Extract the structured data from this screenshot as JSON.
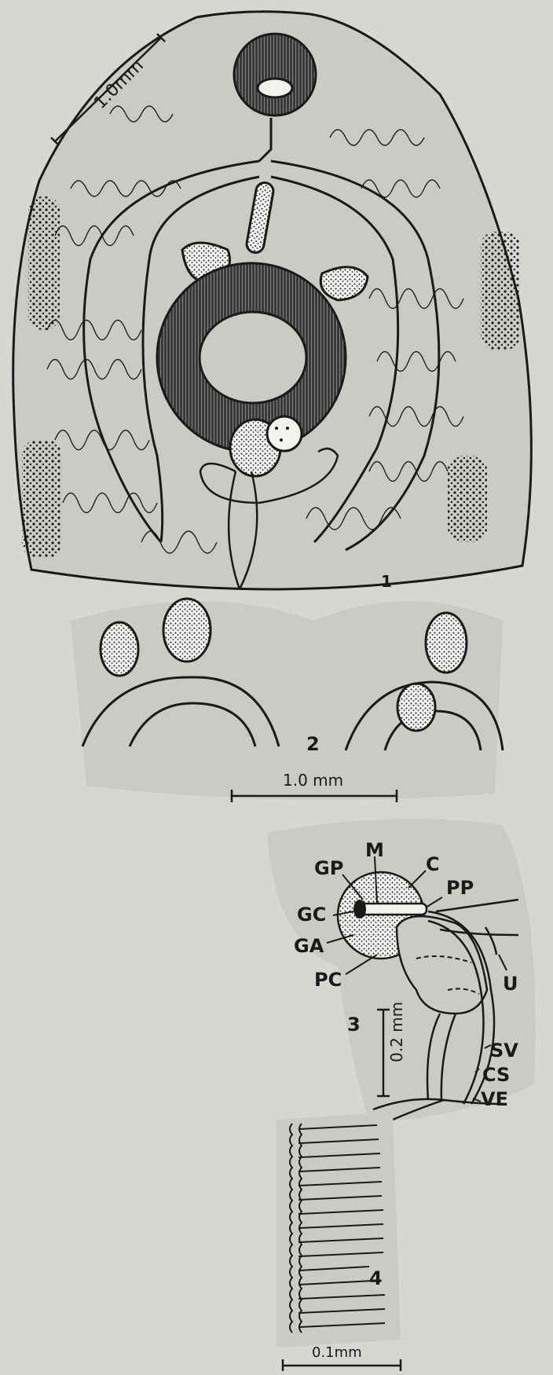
{
  "figure1": {
    "number": "1",
    "scale_label": "1.0mm"
  },
  "figure2": {
    "number": "2",
    "scale_label": "1.0 mm"
  },
  "figure3": {
    "number": "3",
    "scale_label": "0.2 mm",
    "labels": {
      "M": "M",
      "C": "C",
      "GP": "GP",
      "PP": "PP",
      "GC": "GC",
      "GA": "GA",
      "U": "U",
      "PC": "PC",
      "SV": "SV",
      "CS": "CS",
      "VE": "VE"
    }
  },
  "figure4": {
    "number": "4",
    "scale_label": "0.1mm"
  },
  "colors": {
    "page": "#d6d6d2",
    "plate": "#c9c9c4",
    "ink": "#1a1a1a"
  }
}
